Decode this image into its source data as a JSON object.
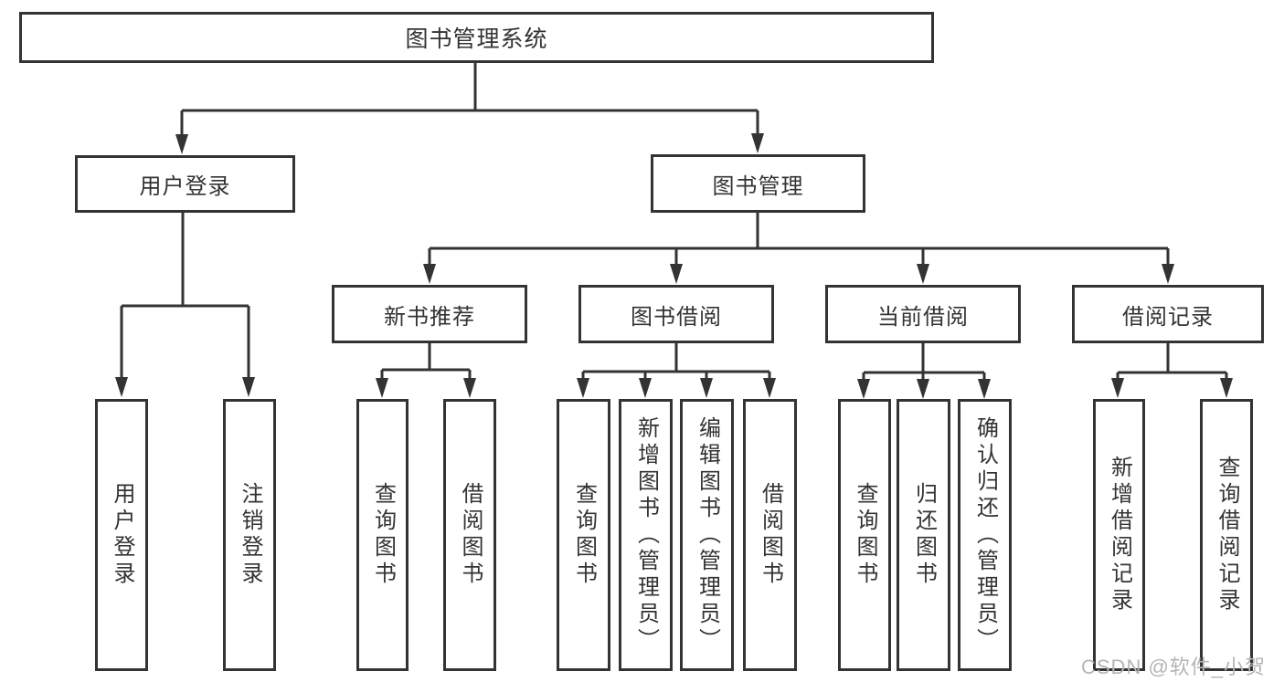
{
  "diagram": {
    "type": "tree",
    "title": "图书管理系统",
    "colors": {
      "line": "#333333",
      "box_border": "#333333",
      "box_fill": "#ffffff",
      "text": "#333333",
      "background": "#ffffff",
      "watermark": "#b5b5b5"
    },
    "edges": [
      {
        "from": "root",
        "to": "user_login"
      },
      {
        "from": "root",
        "to": "book_mgmt"
      },
      {
        "from": "user_login",
        "to": "leaf_user_login"
      },
      {
        "from": "user_login",
        "to": "leaf_logout"
      },
      {
        "from": "book_mgmt",
        "to": "new_book_rec"
      },
      {
        "from": "book_mgmt",
        "to": "book_borrow"
      },
      {
        "from": "book_mgmt",
        "to": "current_borrow"
      },
      {
        "from": "book_mgmt",
        "to": "borrow_records"
      },
      {
        "from": "new_book_rec",
        "to": "leaf_nb_query"
      },
      {
        "from": "new_book_rec",
        "to": "leaf_nb_borrow"
      },
      {
        "from": "book_borrow",
        "to": "leaf_bb_query"
      },
      {
        "from": "book_borrow",
        "to": "leaf_bb_add"
      },
      {
        "from": "book_borrow",
        "to": "leaf_bb_edit"
      },
      {
        "from": "book_borrow",
        "to": "leaf_bb_borrow"
      },
      {
        "from": "current_borrow",
        "to": "leaf_cb_query"
      },
      {
        "from": "current_borrow",
        "to": "leaf_cb_return"
      },
      {
        "from": "current_borrow",
        "to": "leaf_cb_confirm"
      },
      {
        "from": "borrow_records",
        "to": "leaf_br_add"
      },
      {
        "from": "borrow_records",
        "to": "leaf_br_query"
      }
    ]
  },
  "nodes": {
    "root": "图书管理系统",
    "user_login": "用户登录",
    "book_mgmt": "图书管理",
    "new_book_rec": "新书推荐",
    "book_borrow": "图书借阅",
    "current_borrow": "当前借阅",
    "borrow_records": "借阅记录",
    "leaf_user_login": "用户登录",
    "leaf_logout": "注销登录",
    "leaf_nb_query": "查询图书",
    "leaf_nb_borrow": "借阅图书",
    "leaf_bb_query": "查询图书",
    "leaf_bb_add": "新增图书（管理员）",
    "leaf_bb_edit": "编辑图书（管理员）",
    "leaf_bb_borrow": "借阅图书",
    "leaf_cb_query": "查询图书",
    "leaf_cb_return": "归还图书",
    "leaf_cb_confirm": "确认归还（管理员）",
    "leaf_br_add": "新增借阅记录",
    "leaf_br_query": "查询借阅记录"
  },
  "watermark": "CSDN @软件_小贺同学"
}
